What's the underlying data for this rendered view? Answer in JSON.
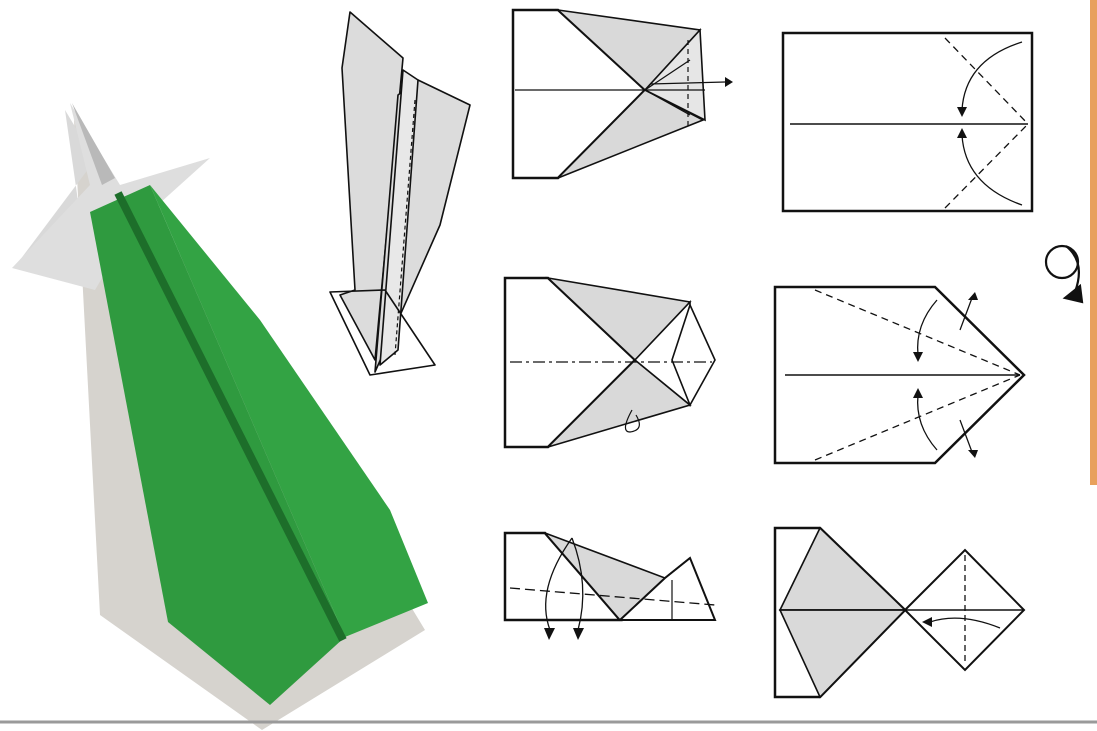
{
  "colors": {
    "background": "#ffffff",
    "plane_green": "#2f9a3f",
    "plane_green_crease": "#1d6e2a",
    "plane_grey": "#dcdcdc",
    "shadow": "#d6d3ce",
    "paper_shade": "#d9d9d9",
    "line": "#111111",
    "accent_bar": "#e8a05c",
    "baseline": "#9a9a9a"
  },
  "icons": {
    "turn_over": "turn-over-icon",
    "arrow": "fold-arrow-icon"
  },
  "steps": [
    "step-1-rectangle",
    "step-2-fold-corners",
    "step-3-fold-point-down",
    "step-4-small-triangle",
    "step-5-fold-in-half",
    "step-6-fold-wings"
  ]
}
